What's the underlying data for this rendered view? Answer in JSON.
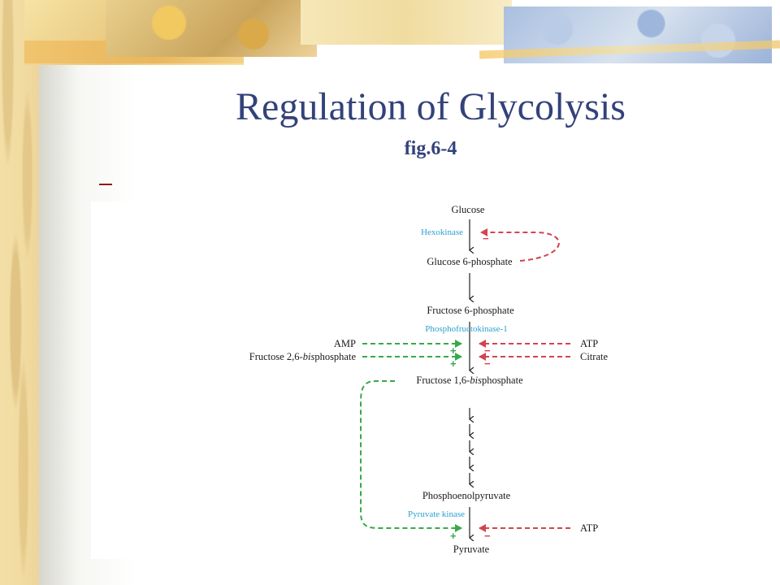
{
  "slide": {
    "title": "Regulation of Glycolysis",
    "subtitle": "fig.6-4"
  },
  "pathway": {
    "metabolites": {
      "glucose": "Glucose",
      "g6p": "Glucose 6-phosphate",
      "f6p": "Fructose 6-phosphate",
      "f16bp_pre": "Fructose 1,6-",
      "f16bp_it": "bis",
      "f16bp_post": "phosphate",
      "pep": "Phosphoenolpyruvate",
      "pyruvate": "Pyruvate"
    },
    "enzymes": {
      "hexokinase": "Hexokinase",
      "pfk1": "Phosphofructokinase-1",
      "pyruvate_kinase": "Pyruvate kinase"
    },
    "effectors": {
      "amp": "AMP",
      "f26bp_pre": "Fructose 2,6-",
      "f26bp_it": "bis",
      "f26bp_post": "phosphate",
      "atp_pfk": "ATP",
      "citrate": "Citrate",
      "atp_pk": "ATP"
    },
    "signs": {
      "plus": "+",
      "minus": "−"
    },
    "colors": {
      "activation": "#3aa84a",
      "inhibition": "#d2454d",
      "enzyme": "#2a9fd0"
    }
  }
}
